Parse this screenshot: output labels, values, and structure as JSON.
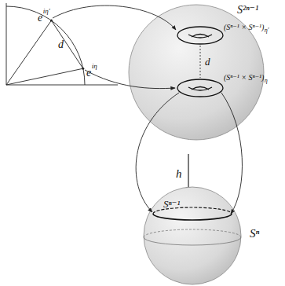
{
  "diagram": {
    "labels": [
      "e",
      "iη′",
      "d",
      "e",
      "iη",
      "S²ⁿ⁻¹",
      "(Sⁿ⁻¹ × Sⁿ⁻¹)",
      "η′",
      "d",
      "(Sⁿ⁻¹ × Sⁿ⁻¹)",
      "η",
      "h",
      "Sⁿ⁻¹",
      "Sⁿ"
    ]
  }
}
